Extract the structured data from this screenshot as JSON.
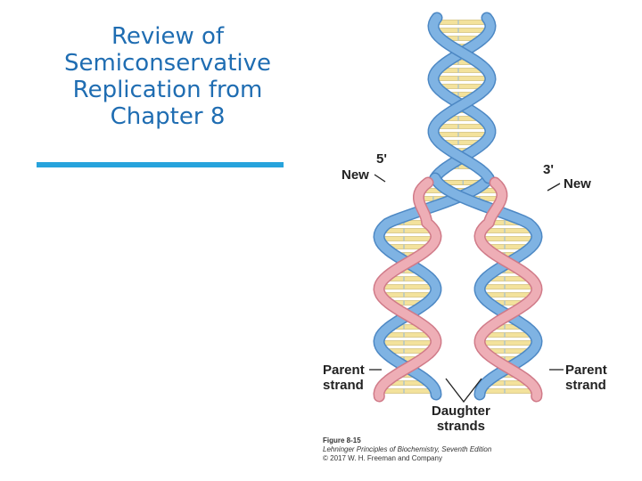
{
  "slide": {
    "title_lines": [
      "Review of",
      "Semiconservative",
      "Replication from",
      "Chapter 8"
    ]
  },
  "figure": {
    "labels": {
      "five_prime": "5'",
      "new_left": "New",
      "three_prime": "3'",
      "new_right": "New",
      "parent_left": [
        "Parent",
        "strand"
      ],
      "parent_right": [
        "Parent",
        "strand"
      ],
      "daughter": [
        "Daughter",
        "strands"
      ]
    },
    "caption": {
      "figure_number": "Figure 8-15",
      "book": "Lehninger Principles of Biochemistry,",
      "edition": "Seventh Edition",
      "copyright": "© 2017 W. H. Freeman and Company"
    }
  },
  "colors": {
    "title": "#1f6db2",
    "rule": "#27a3dc",
    "parent_strand": "#7fb3e3",
    "new_strand": "#eeaeb6",
    "base_pair": "#f3e29c"
  }
}
